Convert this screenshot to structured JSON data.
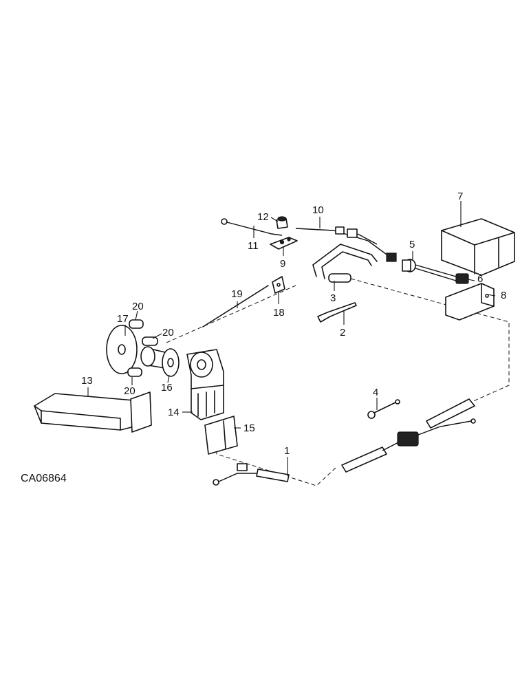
{
  "drawing_code": "CA06864",
  "callouts": [
    "1",
    "2",
    "3",
    "4",
    "5",
    "6",
    "7",
    "8",
    "9",
    "10",
    "11",
    "12",
    "13",
    "14",
    "15",
    "16",
    "17",
    "18",
    "19",
    "20"
  ]
}
